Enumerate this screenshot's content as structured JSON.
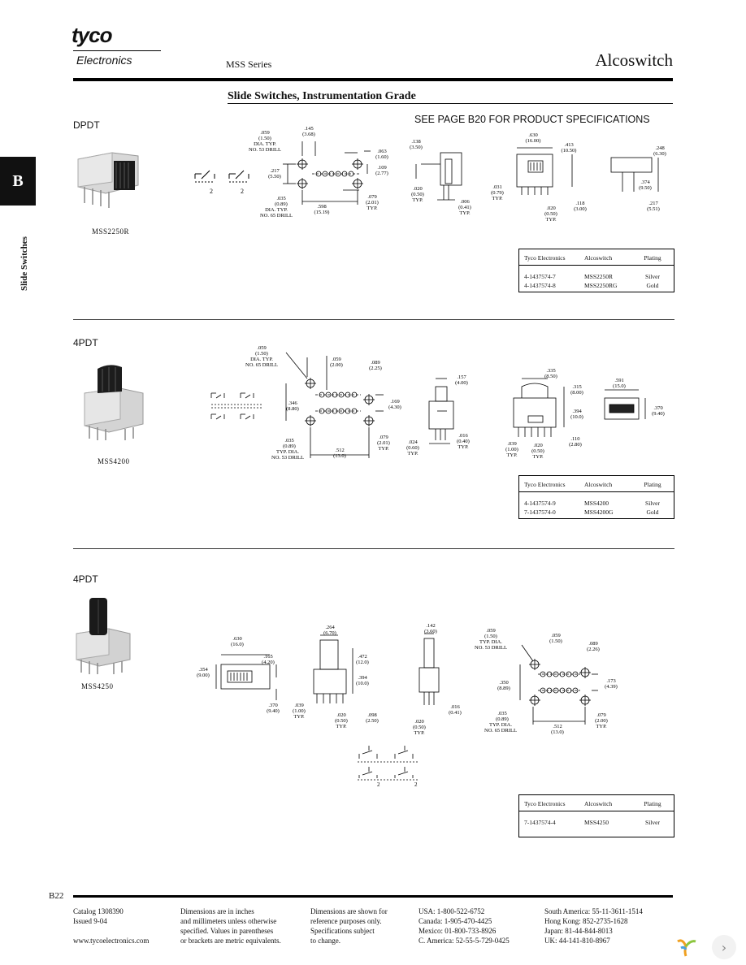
{
  "header": {
    "logo_word": "tyco",
    "logo_sub": "Electronics",
    "series": "MSS Series",
    "brand": "Alcoswitch",
    "section_title": "Slide Switches, Instrumentation Grade",
    "see_page": "SEE PAGE B20 FOR PRODUCT SPECIFICATIONS"
  },
  "side_tab": {
    "letter": "B",
    "vertical_text": "Slide Switches"
  },
  "sections": [
    {
      "label": "DPDT",
      "part": "MSS2250R",
      "table": {
        "headers": [
          "Tyco Electronics",
          "Alcoswitch",
          "Plating"
        ],
        "rows": [
          [
            "4-1437574-7",
            "MSS2250R",
            "Silver"
          ],
          [
            "4-1437574-8",
            "MSS2250RG",
            "Gold"
          ]
        ]
      }
    },
    {
      "label": "4PDT",
      "part": "MSS4200",
      "table": {
        "headers": [
          "Tyco Electronics",
          "Alcoswitch",
          "Plating"
        ],
        "rows": [
          [
            "4-1437574-9",
            "MSS4200",
            "Silver"
          ],
          [
            "7-1437574-0",
            "MSS4200G",
            "Gold"
          ]
        ]
      }
    },
    {
      "label": "4PDT",
      "part": "MSS4250",
      "table": {
        "headers": [
          "Tyco Electronics",
          "Alcoswitch",
          "Plating"
        ],
        "rows": [
          [
            "7-1437574-4",
            "MSS4250",
            "Silver"
          ]
        ]
      }
    }
  ],
  "footer": {
    "page": "B22",
    "col1": [
      "Catalog 1308390",
      "Issued 9-04",
      "www.tycoelectronics.com"
    ],
    "col2": [
      "Dimensions are in inches",
      "and millimeters unless otherwise",
      "specified. Values in parentheses",
      "or brackets are metric equivalents."
    ],
    "col3": [
      "Dimensions are shown for",
      "reference purposes only.",
      "Specifications subject",
      "to change."
    ],
    "col4": [
      "USA: 1-800-522-6752",
      "Canada: 1-905-470-4425",
      "Mexico: 01-800-733-8926",
      "C. America: 52-55-5-729-0425"
    ],
    "col5": [
      "South America: 55-11-3611-1514",
      "Hong Kong: 852-2735-1628",
      "Japan: 81-44-844-8013",
      "UK: 44-141-810-8967"
    ]
  },
  "dims": {
    "d1": [
      ".145",
      "(3.68)",
      ".059",
      "(1.50)",
      "DIA. TYP.",
      "NO. 53 DRILL",
      ".063",
      "(1.60)",
      ".217",
      "(5.50)",
      ".109",
      "(2.77)",
      ".035",
      "(0.89)",
      "DIA. TYP.",
      "NO. 65 DRILL",
      ".598",
      "(15.19)",
      ".079",
      "(2.01)",
      "TYP."
    ],
    "d2": [
      ".138",
      "(3.50)",
      ".020",
      "(0.50)",
      "TYP.",
      ".006",
      "(0.41)",
      "TYP."
    ],
    "d3": [
      ".630",
      "(16.00)",
      ".413",
      "(10.50)",
      ".031",
      "(0.79)",
      "TYP.",
      ".020",
      "(0.50)",
      "TYP.",
      ".118",
      "(3.00)"
    ],
    "d4": [
      ".248",
      "(6.30)",
      ".374",
      "(9.50)",
      ".217",
      "(5.51)"
    ],
    "s2": [
      ".059",
      "(1.50)",
      "DIA. TYP.",
      "NO. 65 DRILL",
      ".059",
      "(2.00)",
      ".089",
      "(2.25)",
      ".346",
      "(8.80)",
      ".169",
      "(4.30)",
      ".035",
      "(0.89)",
      "TYP. DIA.",
      "NO. 53 DRILL",
      ".512",
      "(13.0)",
      ".079",
      "(2.01)",
      "TYP.",
      ".157",
      "(4.00)",
      ".024",
      "(0.60)",
      "TYP.",
      ".016",
      "(0.40)",
      "TYP.",
      ".335",
      "(8.50)",
      ".315",
      "(8.00)",
      ".394",
      "(10.0)",
      ".039",
      "(1.00)",
      "TYP.",
      ".020",
      "(0.50)",
      "TYP.",
      ".110",
      "(2.80)",
      ".591",
      "(15.0)",
      ".370",
      "(9.40)"
    ],
    "s3": [
      ".630",
      "(16.0)",
      ".165",
      "(4.20)",
      ".354",
      "(9.00)",
      ".370",
      "(9.40)",
      ".264",
      "(6.70)",
      ".472",
      "(12.0)",
      ".394",
      "(10.0)",
      ".039",
      "(1.00)",
      "TYP.",
      ".020",
      "(0.50)",
      "TYP.",
      ".098",
      "(2.50)",
      ".142",
      "(3.60)",
      ".016",
      "(0.41)",
      ".020",
      "(0.50)",
      "TYP.",
      ".059",
      "(1.50)",
      "TYP. DIA.",
      "NO. 53 DRILL",
      ".059",
      "(1.50)",
      ".089",
      "(2.26)",
      ".350",
      "(8.89)",
      ".173",
      "(4.39)",
      ".035",
      "(0.89)",
      "TYP. DIA.",
      "NO. 65 DRILL",
      ".512",
      "(13.0)",
      ".079",
      "(2.00)",
      "TYP."
    ],
    "sch_label": "2"
  }
}
